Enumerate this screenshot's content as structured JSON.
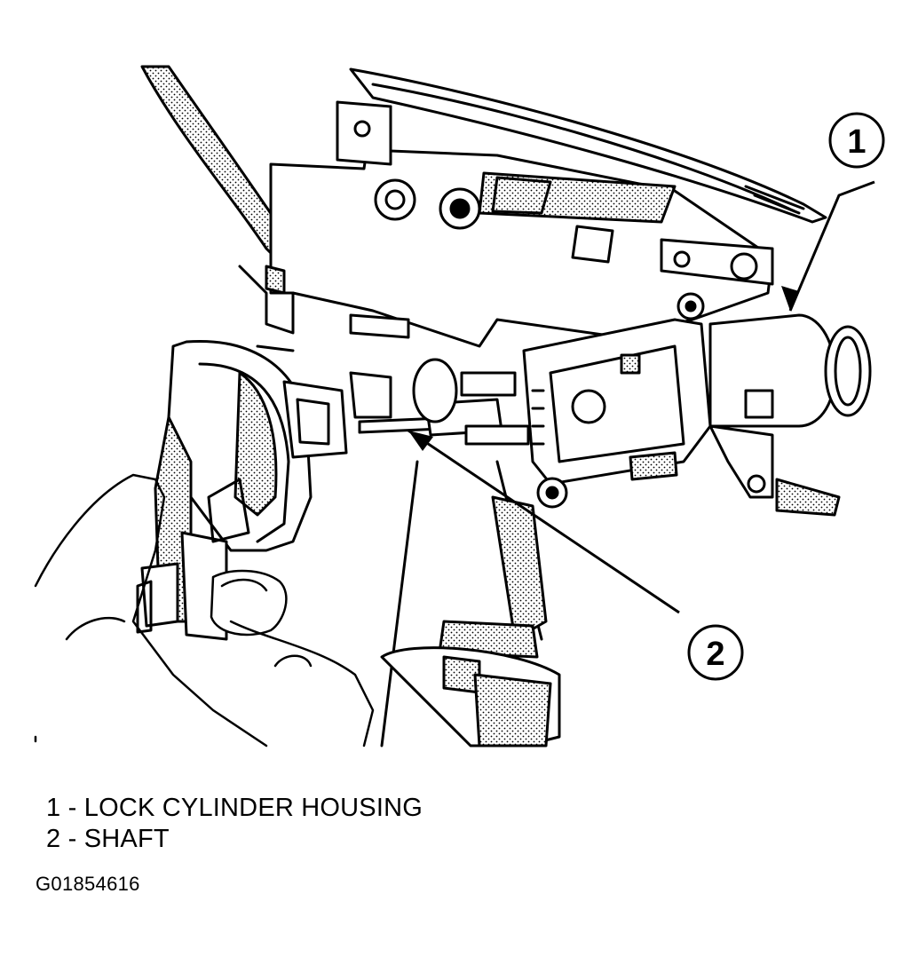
{
  "callouts": [
    {
      "number": "1"
    },
    {
      "number": "2"
    }
  ],
  "legend": [
    {
      "number": "1",
      "separator": "-",
      "text": "LOCK CYLINDER HOUSING"
    },
    {
      "number": "2",
      "separator": "-",
      "text": "SHAFT"
    }
  ],
  "figure_id": "G01854616",
  "colors": {
    "line": "#000000",
    "background": "#ffffff"
  }
}
